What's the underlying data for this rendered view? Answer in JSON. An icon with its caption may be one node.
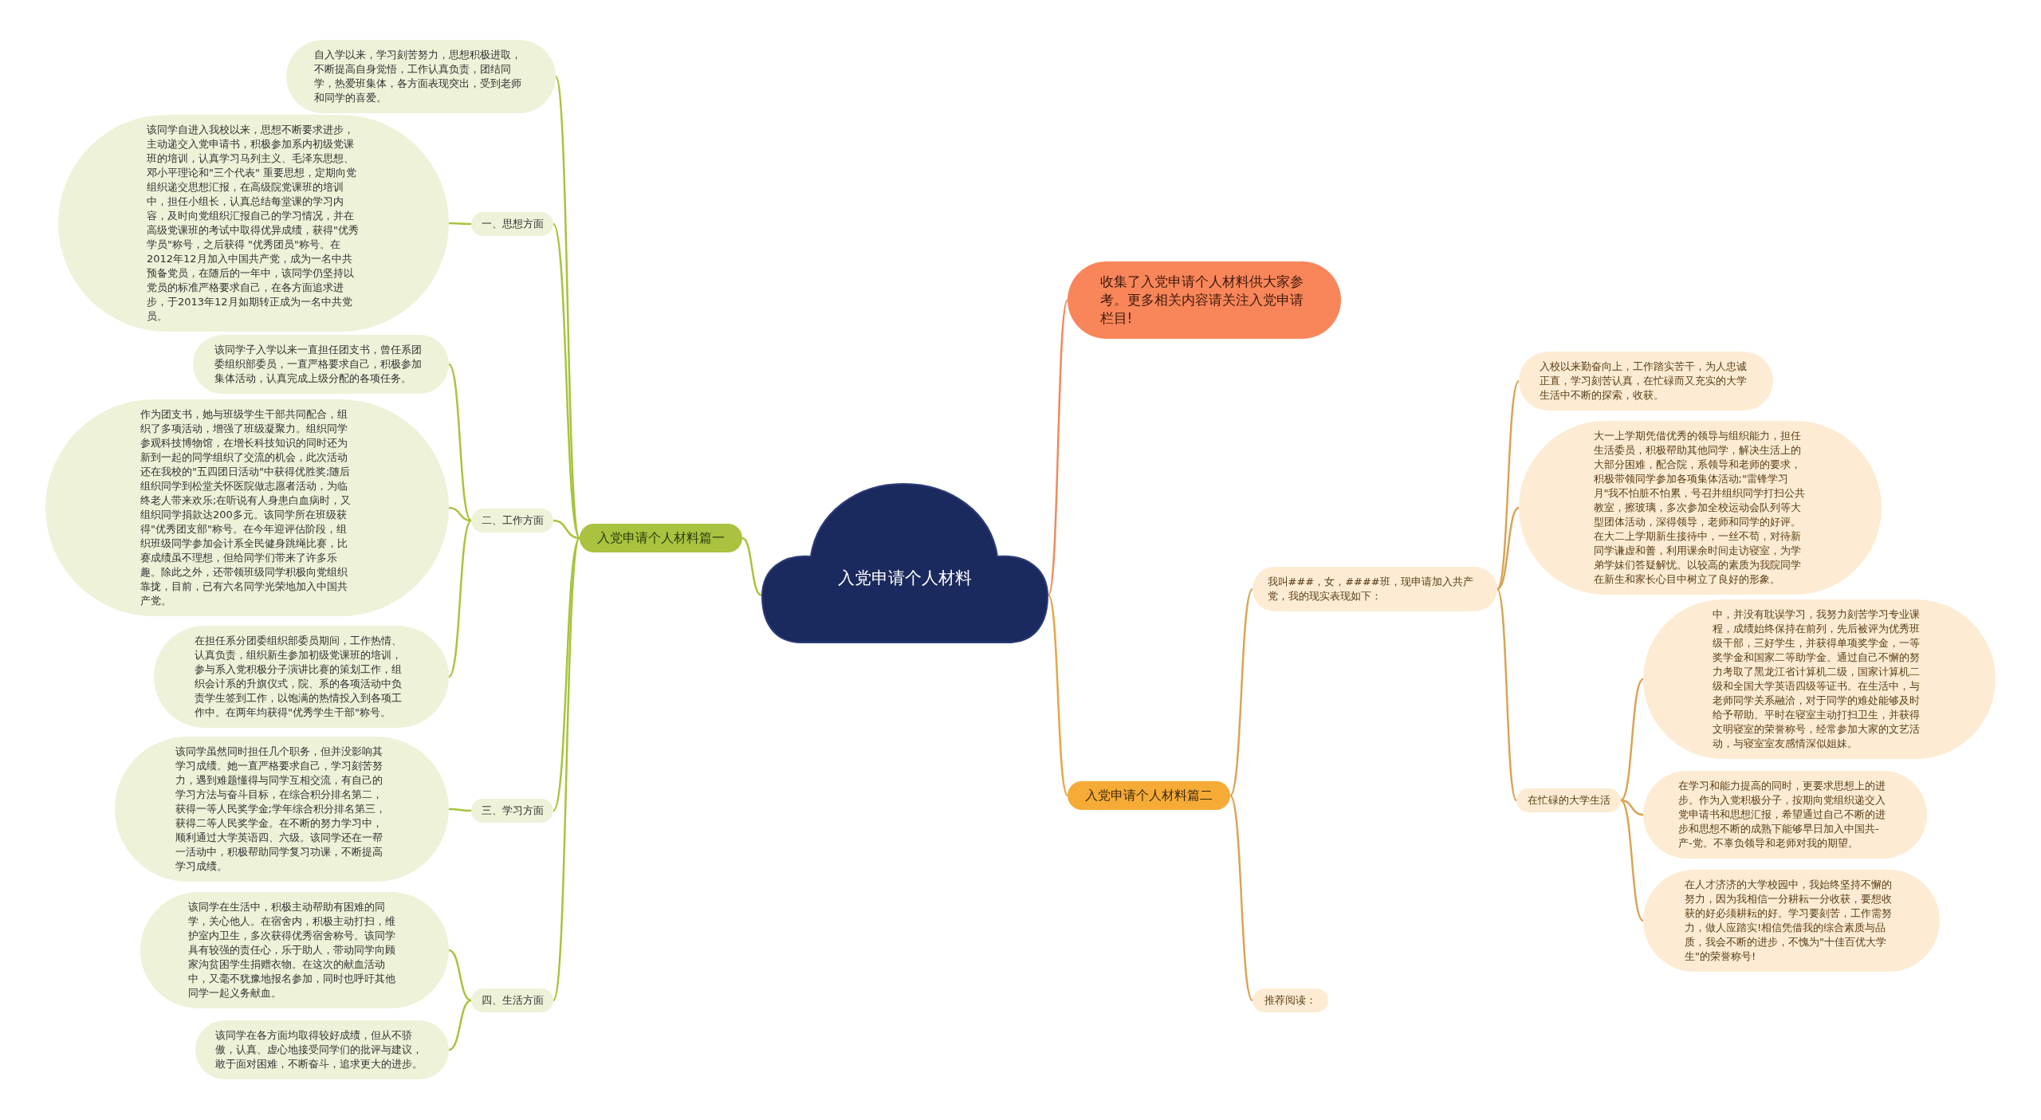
{
  "diagram": {
    "nodes": [
      {
        "text": [
          "入党申请个人材料"
        ]
      },
      {
        "text": [
          "入党申请个人材料篇一"
        ]
      },
      {
        "text": [
          "一、思想方面"
        ]
      },
      {
        "text": [
          "自入学以来，学习刻苦努力，思想积极进取，不断提高自身觉悟，工作认真负责，团结同学，热爱班集体，各方面表现突出，受到老师和同学的喜爱。"
        ]
      },
      {
        "text": [
          "该同学自进入我校以来，思想不断要求进步，主动递交入党申请书，积极参加系内初级党课班的培训，认真学习马列主义、毛泽东思想、邓小平理论和\"三个代表\" 重要思想，定期向党组织递交思想汇报，在高级院党课班的培训中，担任小组长，认真总结每堂课的学习内容，及时向党组织汇报自己的学习情况，并在高级党课班的考试中取得优异成绩，获得\"优秀学员\"称号，之后获得 \"优秀团员\"称号。在2012年12月加入中国共产党，成为一名中共预备党员，在随后的一年中，该同学仍坚持以党员的标准严格要求自己，在各方面追求进步，于2013年12月如期转正成为一名中共党员。"
        ]
      },
      {
        "text": [
          "二、工作方面"
        ]
      },
      {
        "text": [
          "该同学子入学以来一直担任团支书，曾任系团委组织部委员，一直严格要求自己，积极参加集体活动，认真完成上级分配的各项任务。"
        ]
      },
      {
        "text": [
          "作为团支书，她与班级学生干部共同配合，组织了多项活动，增强了班级凝聚力。组织同学参观科技博物馆，在增长科技知识的同时还为新到一起的同学组织了交流的机会，此次活动还在我校的\"五四团日活动\"中获得优胜奖;随后组织同学到松堂关怀医院做志愿者活动，为临终老人带来欢乐;在听说有人身患白血病时，又组织同学捐款达200多元。该同学所在班级获得\"优秀团支部\"称号。在今年迎评估阶段，组织班级同学参加会计系全民健身跳绳比赛，比赛成绩虽不理想，但给同学们带来了许多乐趣。除此之外，还带领班级同学积极向党组织靠拢，目前，已有六名同学光荣地加入中国共产党。"
        ]
      },
      {
        "text": [
          "在担任系分团委组织部委员期间，工作热情、认真负责，组织新生参加初级党课班的培训，参与系入党积极分子演讲比赛的策划工作，组织会计系的升旗仪式，院、系的各项活动中负责学生签到工作，以饱满的热情投入到各项工作中。在两年均获得\"优秀学生干部\"称号。"
        ]
      },
      {
        "text": [
          "三、学习方面"
        ]
      },
      {
        "text": [
          "该同学虽然同时担任几个职务，但并没影响其学习成绩。她一直严格要求自己，学习刻苦努力，遇到难题懂得与同学互相交流，有自己的学习方法与奋斗目标，在综合积分排名第二，获得一等人民奖学金;学年综合积分排名第三，获得二等人民奖学金。在不断的努力学习中，顺利通过大学英语四、六级。该同学还在一帮一活动中，积极帮助同学复习功课，不断提高学习成绩。"
        ]
      },
      {
        "text": [
          "四、生活方面"
        ]
      },
      {
        "text": [
          "该同学在生活中，积极主动帮助有困难的同学，关心他人。在宿舍内，积极主动打扫，维护室内卫生，多次获得优秀宿舍称号。该同学具有较强的责任心，乐于助人，带动同学向顾家沟贫困学生捐赠衣物。在这次的献血活动中，又毫不犹豫地报名参加，同时也呼吁其他同学一起义务献血。"
        ]
      },
      {
        "text": [
          "该同学在各方面均取得较好成绩，但从不骄傲，认真、虚心地接受同学们的批评与建议，敢于面对困难，不断奋斗，追求更大的进步。"
        ]
      },
      {
        "text": [
          "收集了入党申请个人材料供大家参考。更多相关内容请关注入党申请栏目!"
        ]
      },
      {
        "text": [
          "入党申请个人材料篇二"
        ]
      },
      {
        "text": [
          "我叫###，女，####班，现申请加入共产党，我的现实表现如下："
        ]
      },
      {
        "text": [
          "入校以来勤奋向上，工作踏实苦干，为人忠诚正直，学习刻苦认真，在忙碌而又充实的大学生活中不断的探索，收获。"
        ]
      },
      {
        "text": [
          "大一上学期凭借优秀的领导与组织能力，担任生活委员，积极帮助其他同学，解决生活上的大部分困难，配合院，系领导和老师的要求，积极带领同学参加各项集体活动;\"雷锋学习月\"我不怕脏不怕累，号召并组织同学打扫公共教室，擦玻璃，多次参加全校运动会队列等大型团体活动，深得领导，老师和同学的好评。在大二上学期新生接待中，一丝不苟，对待新同学谦虚和善，利用课余时间走访寝室，为学弟学妹们答疑解忧。以较高的素质为我院同学在新生和家长心目中树立了良好的形象。"
        ]
      },
      {
        "text": [
          "在忙碌的大学生活"
        ]
      },
      {
        "text": [
          "中，并没有耽误学习，我努力刻苦学习专业课程，成绩始终保持在前列，先后被评为优秀班级干部，三好学生，并获得单项奖学金，一等奖学金和国家二等助学金。通过自己不懈的努力考取了黑龙江省计算机二级，国家计算机二级和全国大学英语四级等证书。在生活中，与老师同学关系融洽，对于同学的难处能够及时给予帮助。平时在寝室主动打扫卫生，并获得文明寝室的荣誉称号，经常参加大家的文艺活动，与寝室室友感情深似姐妹。"
        ]
      },
      {
        "text": [
          "在学习和能力提高的同时，更要求思想上的进步。作为入党积极分子，按期向党组织递交入党申请书和思想汇报，希望通过自己不断的进步和思想不断的成熟下能够早日加入中国共-产-党。不辜负领导和老师对我的期望。"
        ]
      },
      {
        "text": [
          "在人才济济的大学校园中，我始终坚持不懈的努力，因为我相信一分耕耘一分收获，要想收获的好必须耕耘的好。学习要刻苦，工作需努力，做人应踏实!相信凭借我的综合素质与品质，我会不断的进步，不愧为\"十佳百优大学生\"的荣誉称号!"
        ]
      },
      {
        "text": [
          "推荐阅读："
        ]
      }
    ],
    "edges": [
      {
        "from": 0,
        "to": 1,
        "arrow": "none"
      },
      {
        "from": 1,
        "to": 3,
        "arrow": "none"
      },
      {
        "from": 1,
        "to": 2,
        "arrow": "none"
      },
      {
        "from": 2,
        "to": 4,
        "arrow": "none"
      },
      {
        "from": 1,
        "to": 5,
        "arrow": "none"
      },
      {
        "from": 5,
        "to": 6,
        "arrow": "none"
      },
      {
        "from": 5,
        "to": 7,
        "arrow": "none"
      },
      {
        "from": 5,
        "to": 8,
        "arrow": "none"
      },
      {
        "from": 1,
        "to": 9,
        "arrow": "none"
      },
      {
        "from": 9,
        "to": 10,
        "arrow": "none"
      },
      {
        "from": 1,
        "to": 11,
        "arrow": "none"
      },
      {
        "from": 11,
        "to": 12,
        "arrow": "none"
      },
      {
        "from": 11,
        "to": 13,
        "arrow": "none"
      },
      {
        "from": 0,
        "to": 14,
        "arrow": "none",
        "color": "#ee8a5e"
      },
      {
        "from": 0,
        "to": 15,
        "arrow": "none",
        "color": "#e3a748"
      },
      {
        "from": 15,
        "to": 16,
        "arrow": "none",
        "color": "#d9a455"
      },
      {
        "from": 16,
        "to": 17,
        "arrow": "none",
        "color": "#d9a455"
      },
      {
        "from": 16,
        "to": 18,
        "arrow": "none",
        "color": "#d9a455"
      },
      {
        "from": 16,
        "to": 19,
        "arrow": "none",
        "color": "#d9a455"
      },
      {
        "from": 19,
        "to": 20,
        "arrow": "none",
        "color": "#d9a455"
      },
      {
        "from": 19,
        "to": 21,
        "arrow": "none",
        "color": "#d9a455"
      },
      {
        "from": 19,
        "to": 22,
        "arrow": "none",
        "color": "#d9a455"
      },
      {
        "from": 15,
        "to": 23,
        "arrow": "none",
        "color": "#d9a455"
      }
    ]
  }
}
